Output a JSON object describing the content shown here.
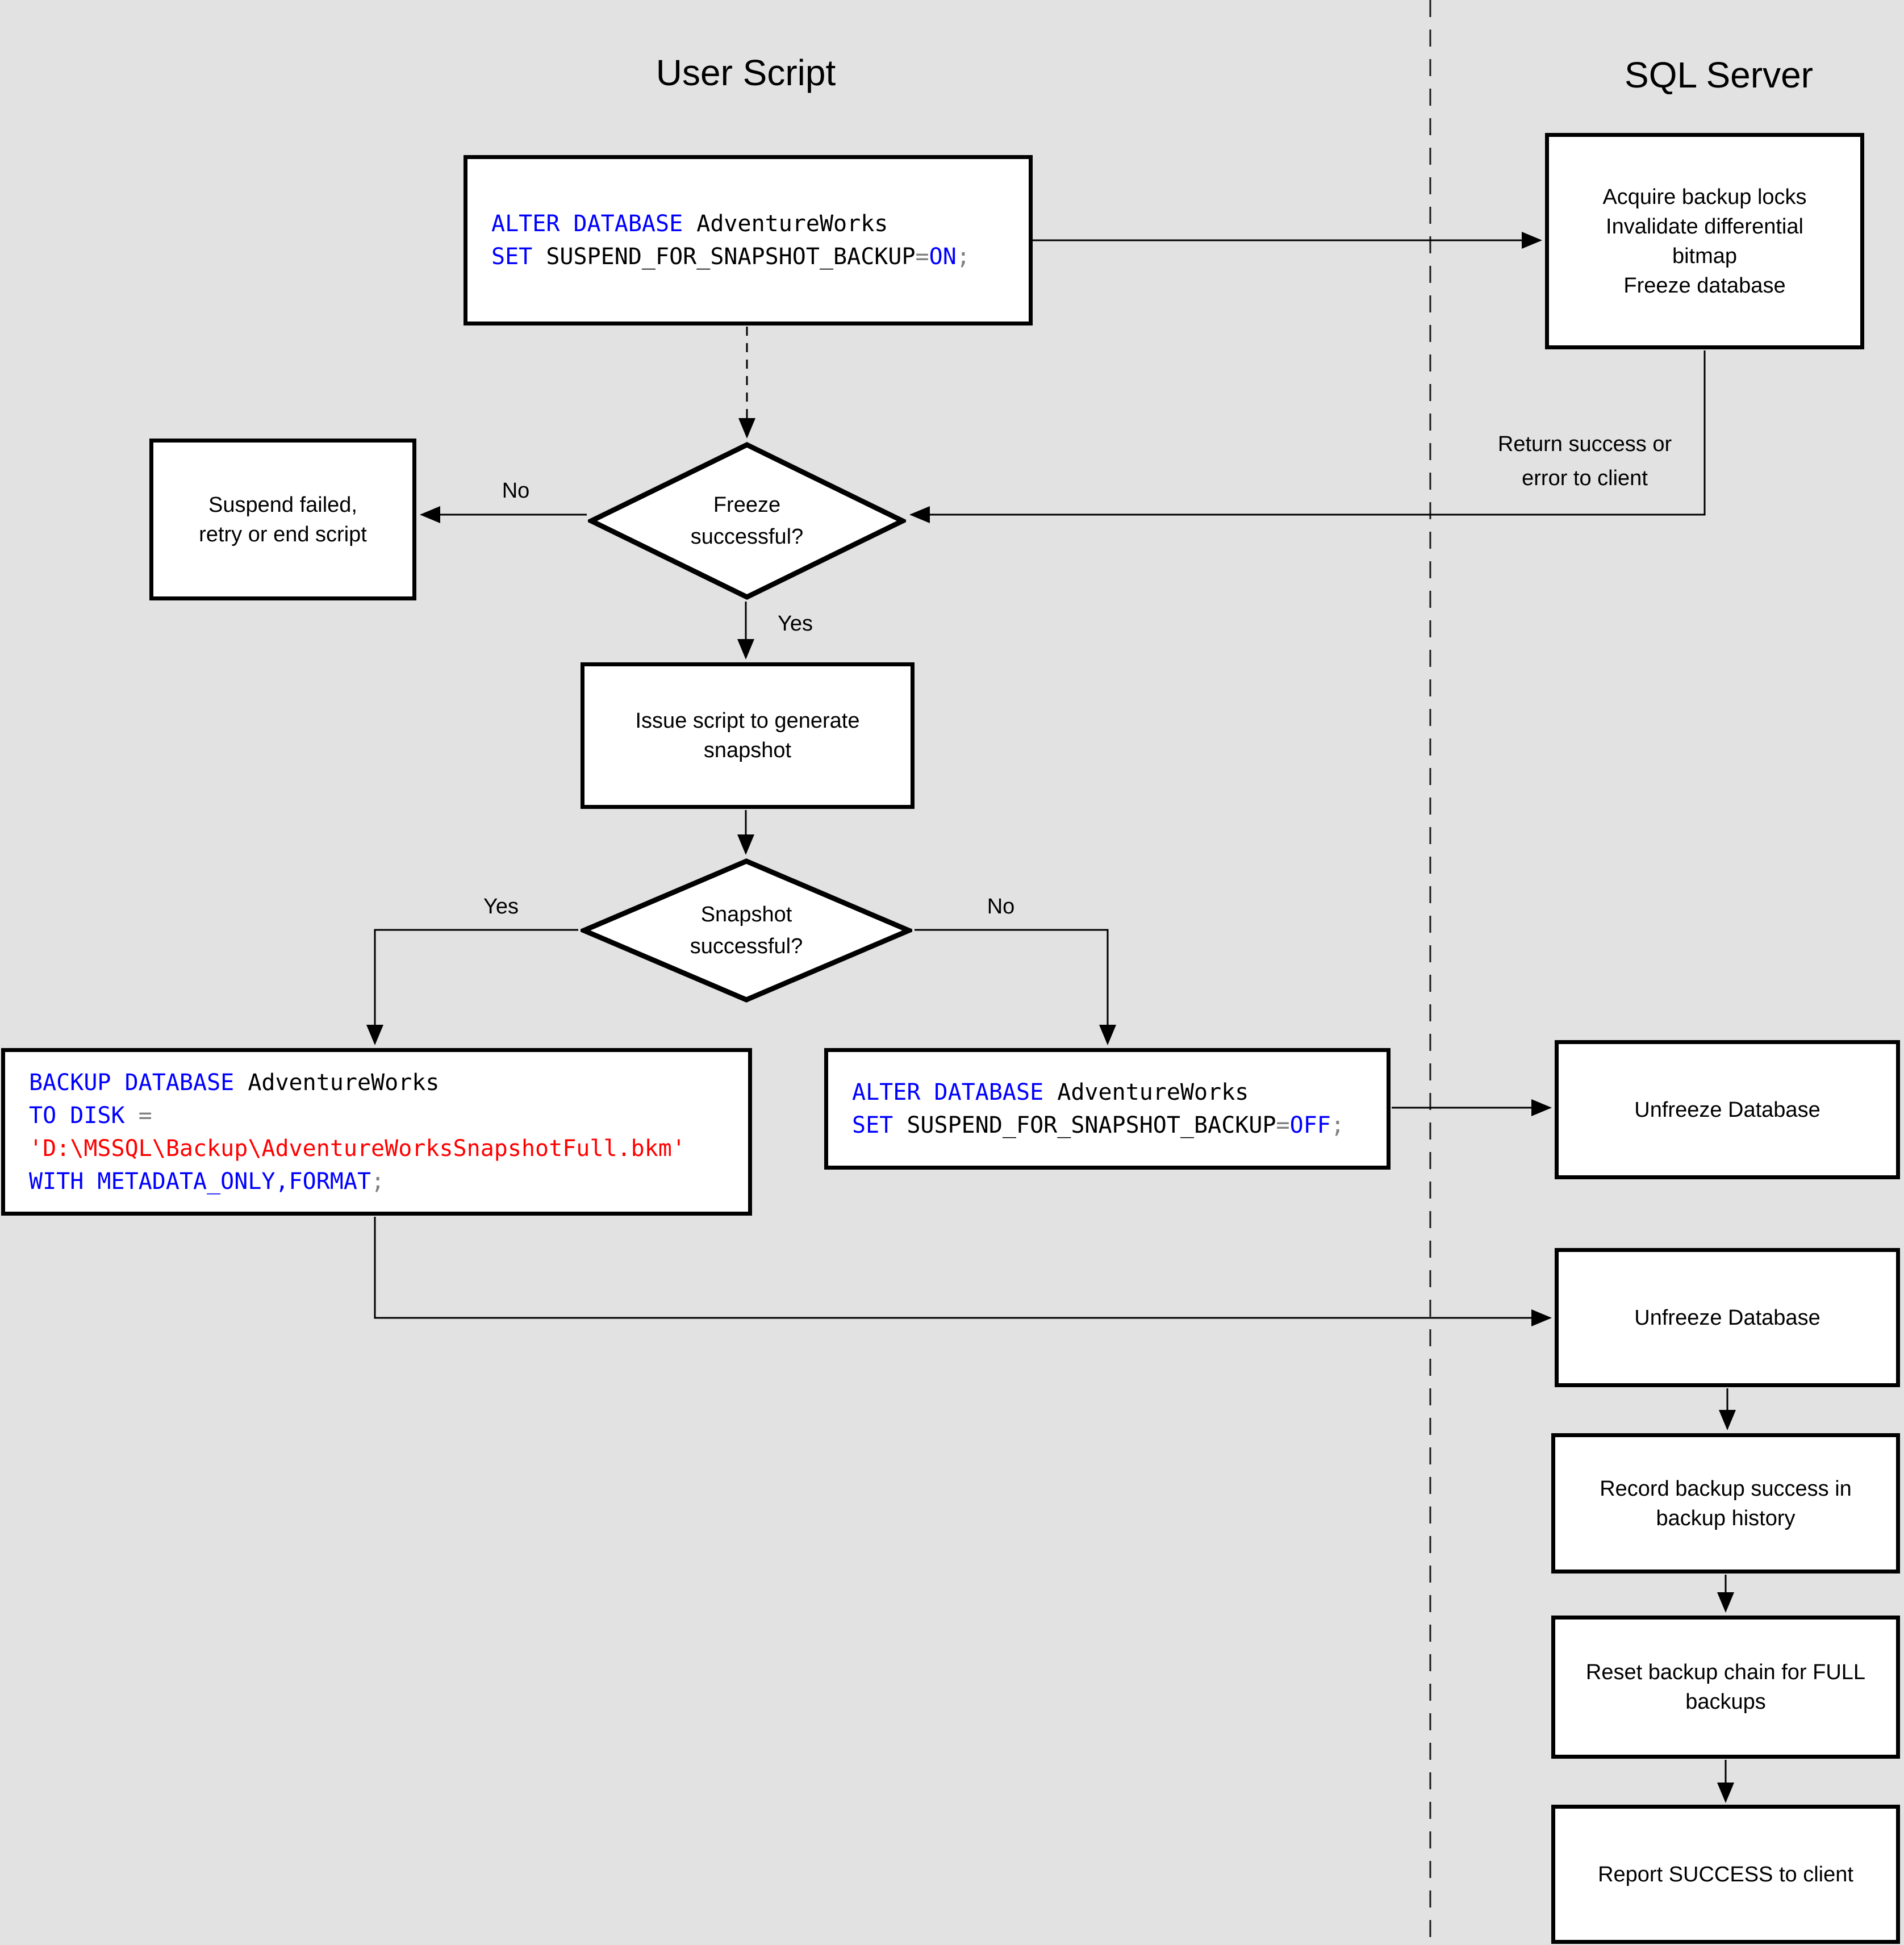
{
  "colors": {
    "background": "#e2e2e2",
    "box_fill": "#ffffff",
    "box_border": "#000000",
    "keyword": "#0000ff",
    "identifier": "#000000",
    "operator": "#808080",
    "string": "#ff0000",
    "line": "#000000",
    "text": "#000000"
  },
  "titles": {
    "left": "User Script",
    "right": "SQL Server"
  },
  "nodes": {
    "acquire": "Acquire backup locks\nInvalidate differential\nbitmap\nFreeze database",
    "suspend_failed": "Suspend failed,\nretry or end script",
    "freeze_question": "Freeze\nsuccessful?",
    "issue_script": "Issue script to generate\nsnapshot",
    "snapshot_question": "Snapshot\nsuccessful?",
    "unfreeze_1": "Unfreeze Database",
    "unfreeze_2": "Unfreeze Database",
    "record_history": "Record backup success in\nbackup history",
    "reset_chain": "Reset backup chain for FULL\nbackups",
    "report_success": "Report SUCCESS to client"
  },
  "labels": {
    "return_note": "Return success or\nerror to client",
    "freeze_no": "No",
    "freeze_yes": "Yes",
    "snapshot_yes": "Yes",
    "snapshot_no": "No"
  },
  "code": {
    "alter_on": [
      [
        {
          "t": "ALTER DATABASE "
        },
        {
          "t": "AdventureWorks"
        }
      ],
      [
        {
          "t": "SET "
        },
        {
          "t": "SUSPEND_FOR_SNAPSHOT_BACKUP"
        },
        {
          "t": "="
        },
        {
          "t": "ON"
        },
        {
          "t": ";"
        }
      ]
    ],
    "backup": [
      [
        {
          "t": "BACKUP DATABASE "
        },
        {
          "t": "AdventureWorks"
        }
      ],
      [
        {
          "t": "TO DISK "
        },
        {
          "t": "="
        }
      ],
      [
        {
          "t": "'D:\\MSSQL\\Backup\\AdventureWorksSnapshotFull.bkm'"
        }
      ],
      [
        {
          "t": "WITH METADATA_ONLY,FORMAT"
        },
        {
          "t": ";"
        }
      ]
    ],
    "alter_off": [
      [
        {
          "t": "ALTER DATABASE "
        },
        {
          "t": "AdventureWorks"
        }
      ],
      [
        {
          "t": "SET "
        },
        {
          "t": "SUSPEND_FOR_SNAPSHOT_BACKUP"
        },
        {
          "t": "="
        },
        {
          "t": "OFF"
        },
        {
          "t": ";"
        }
      ]
    ]
  }
}
